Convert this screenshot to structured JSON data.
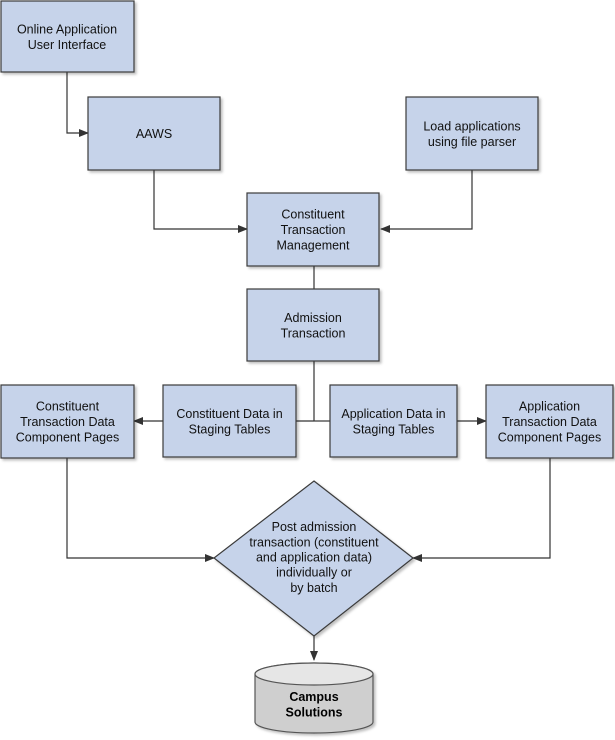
{
  "colors": {
    "box_fill": "#c6d3ea",
    "box_stroke": "#3a3a3a",
    "connector": "#333333",
    "db_fill": "#cfcfcf",
    "db_top": "#e6e6e6"
  },
  "nodes": {
    "online_ui": {
      "lines": [
        "Online Application",
        "User Interface"
      ]
    },
    "aaws": {
      "lines": [
        "AAWS"
      ]
    },
    "file_parser": {
      "lines": [
        "Load applications",
        "using file parser"
      ]
    },
    "ctm": {
      "lines": [
        "Constituent",
        "Transaction",
        "Management"
      ]
    },
    "admission_tx": {
      "lines": [
        "Admission",
        "Transaction"
      ]
    },
    "constituent_staging": {
      "lines": [
        "Constituent Data in",
        "Staging Tables"
      ]
    },
    "application_staging": {
      "lines": [
        "Application Data  in",
        "Staging Tables"
      ]
    },
    "constituent_pages": {
      "lines": [
        "Constituent",
        "Transaction Data",
        "Component Pages"
      ]
    },
    "application_pages": {
      "lines": [
        "Application",
        "Transaction Data",
        "Component Pages"
      ]
    },
    "post_admission": {
      "lines": [
        "Post admission",
        "transaction (constituent",
        "and application data)",
        "individually or",
        "by batch"
      ]
    },
    "campus_solutions": {
      "lines": [
        "Campus",
        "Solutions"
      ]
    }
  }
}
